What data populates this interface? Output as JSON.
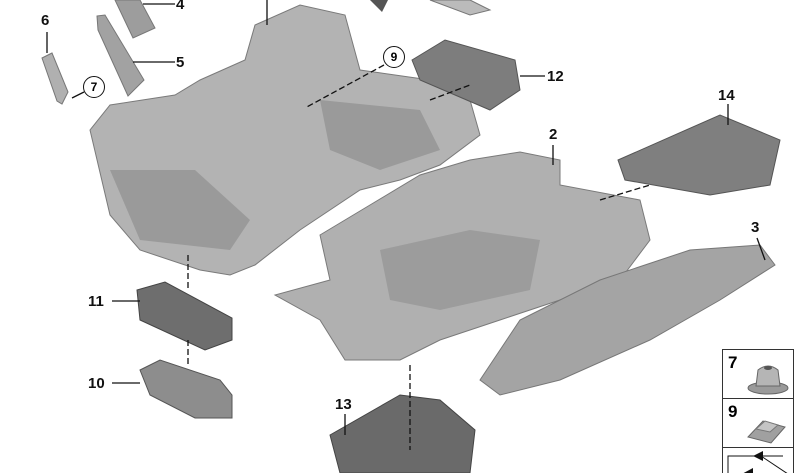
{
  "diagram": {
    "part_labels": {
      "p2": "2",
      "p3": "3",
      "p4": "4",
      "p5": "5",
      "p6": "6",
      "p10": "10",
      "p11": "11",
      "p12": "12",
      "p13": "13",
      "p14": "14"
    },
    "circled_labels": {
      "c7": "7",
      "c9": "9"
    },
    "legend": [
      {
        "number": "7",
        "part": "hex-nut-icon"
      },
      {
        "number": "9",
        "part": "clip-icon"
      },
      {
        "number": "",
        "part": "arrow-icon"
      }
    ],
    "colors": {
      "part_fill": "#a9a9a9",
      "part_dark": "#6e6e6e",
      "part_light": "#c8c8c8",
      "line": "#111111"
    }
  }
}
